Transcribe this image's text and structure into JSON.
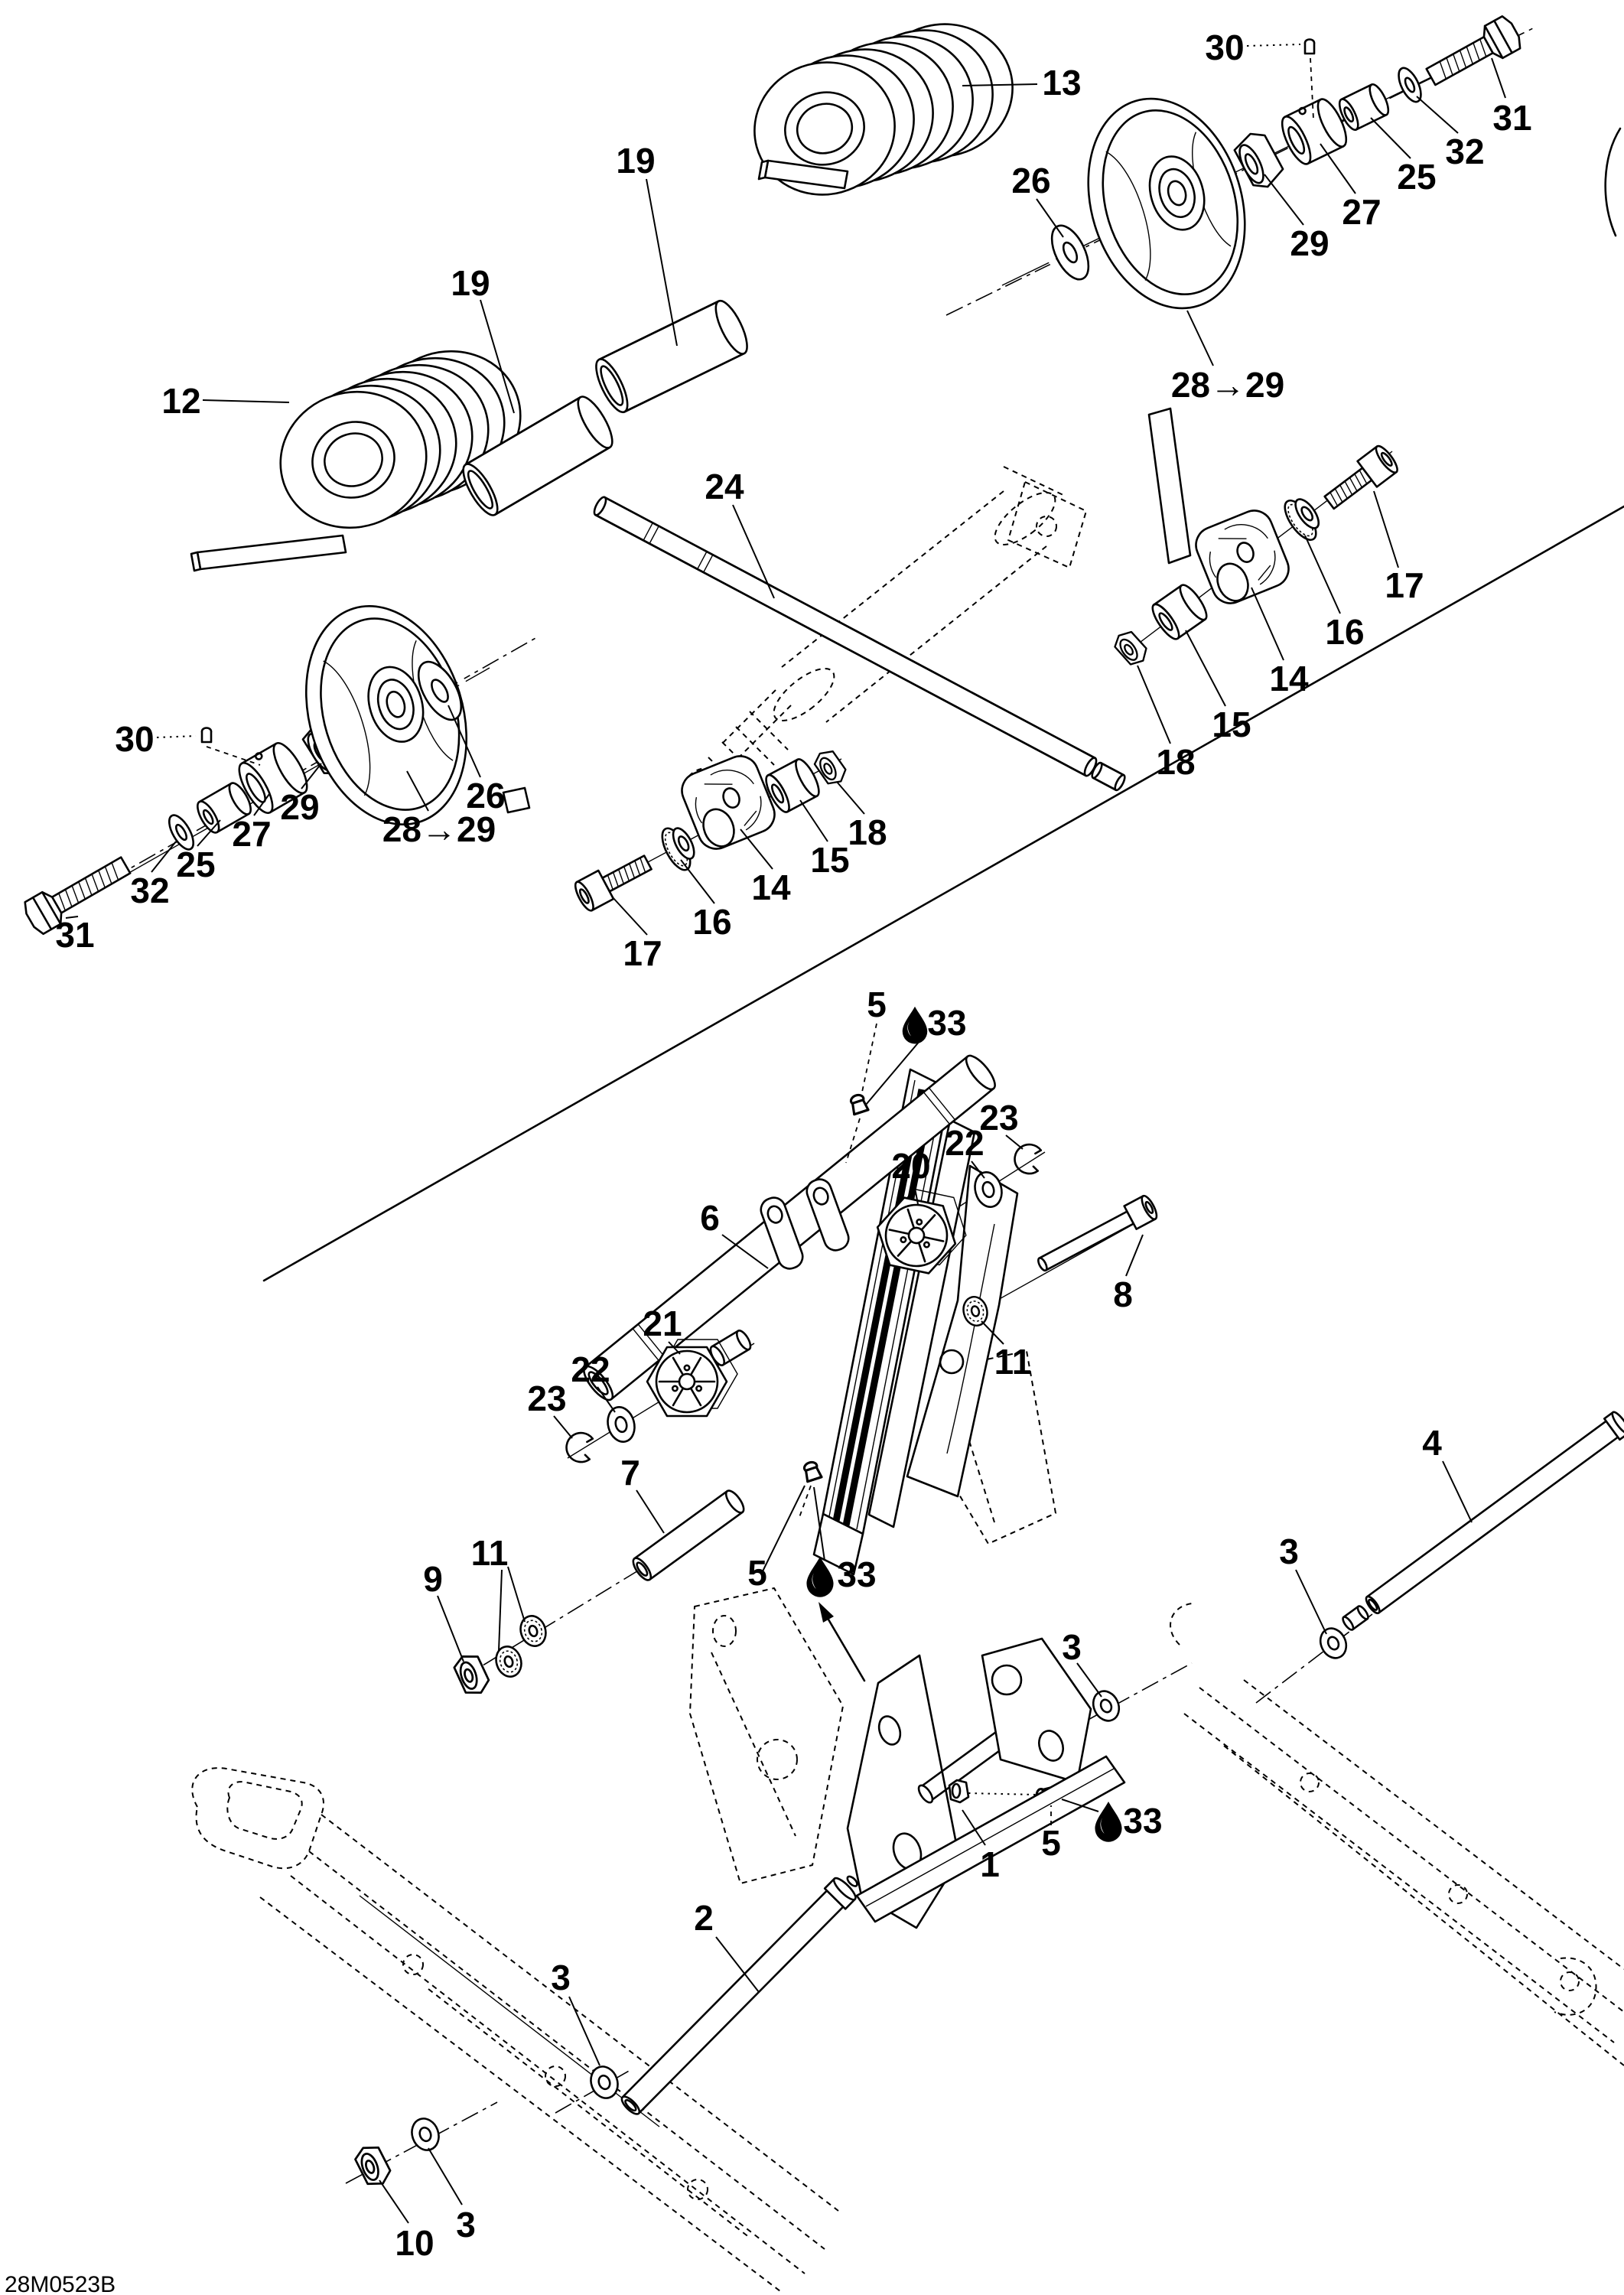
{
  "drawing_code": "28M0523B",
  "colors": {
    "ink": "#000000",
    "paper": "#ffffff"
  },
  "callouts": {
    "spring_left": "12",
    "spring_right": "13",
    "tube_upper_left": "19",
    "tube_upper_right": "19",
    "rod_upper": "24",
    "set_screw_left": "30",
    "set_screw_right": "30",
    "bolt_wheel_left": "31",
    "bolt_wheel_right": "31",
    "washer_wheel_left": "32",
    "washer_wheel_right": "32",
    "spacer_left": "25",
    "spacer_right": "25",
    "collar_left": "27",
    "collar_right": "27",
    "bearing_left": "29",
    "bearing_right": "29",
    "washer_axle_left": "26",
    "washer_axle_right": "26",
    "wheel_assy_left": "28→29",
    "wheel_assy_right": "28→29",
    "bolt_damper_left": "17",
    "bolt_damper_right": "17",
    "washer_damper_left": "16",
    "washer_damper_right": "16",
    "damper_left": "14",
    "damper_right": "14",
    "bushing_damper_left": "15",
    "bushing_damper_right": "15",
    "nut_damper_left": "18",
    "nut_damper_right": "18",
    "arm_tube": "6",
    "shaft_lower": "7",
    "bolt_arm": "8",
    "nut_arm": "9",
    "nut_bottom": "10",
    "washers_arm_pair": "11",
    "washer_arm_single": "11",
    "wheel_cap_right": "20",
    "wheel_cap_left": "21",
    "washer_cap_right": "22",
    "washer_cap_left": "22",
    "circlip_right": "23",
    "circlip_left": "23",
    "fitting_top": "5",
    "fitting_mid": "5",
    "fitting_bottom": "5",
    "oil_top": "33",
    "oil_mid": "33",
    "oil_bottom": "33",
    "bracket_front": "1",
    "shaft_front": "2",
    "shaft_rear": "4",
    "washer_3_front": "3",
    "washer_3_rail_left": "3",
    "washer_3_rear": "3",
    "washer_3_bracket": "3"
  }
}
